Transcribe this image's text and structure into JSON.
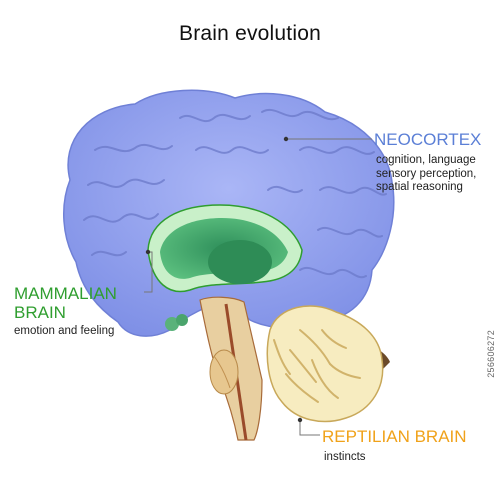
{
  "title": "Brain evolution",
  "neocortex": {
    "heading": "NEOCORTEX",
    "lines": [
      "cognition, language",
      "sensory perception,",
      "spatial reasoning"
    ]
  },
  "mammalian": {
    "heading_line1": "MAMMALIAN",
    "heading_line2": "BRAIN",
    "description": "emotion and feeling"
  },
  "reptilian": {
    "heading": "REPTILIAN BRAIN",
    "description": "instincts"
  },
  "watermark": "256606272",
  "colors": {
    "neocortex": "#5b7fd6",
    "mammalian": "#2f9e2f",
    "reptilian": "#f0a21a",
    "cortex_fill": "#8f9ff0",
    "limbic_fill": "#3fae6e",
    "cerebellum_fill": "#f7ecc0",
    "brainstem_fill": "#e8cfa0"
  }
}
